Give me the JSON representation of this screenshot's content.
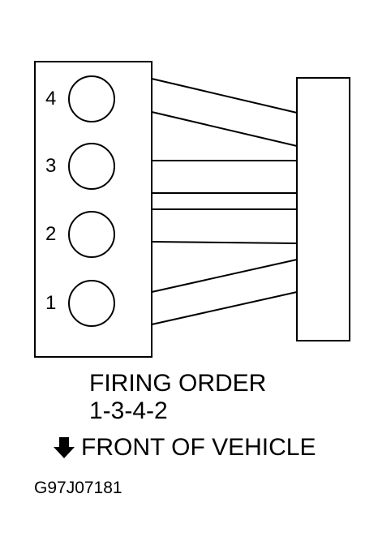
{
  "diagram": {
    "cylinders": [
      {
        "number": "4"
      },
      {
        "number": "3"
      },
      {
        "number": "2"
      },
      {
        "number": "1"
      }
    ],
    "firing_order_title": "FIRING ORDER",
    "firing_order_sequence": "1-3-4-2",
    "front_text": "FRONT OF VEHICLE",
    "front_arrow_icon": "arrow-down-icon",
    "figure_id": "G97J07181"
  }
}
